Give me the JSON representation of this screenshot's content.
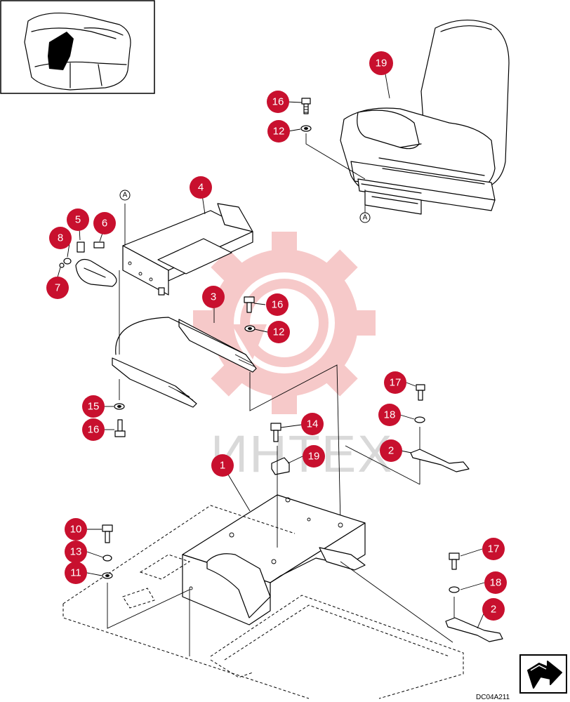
{
  "watermark": {
    "text": "ИНТЕХ",
    "logo_color": "#f6c4c4",
    "text_color": "#d9d9d9"
  },
  "callout_color": "#c8102e",
  "callouts": [
    "19",
    "16",
    "12",
    "4",
    "5",
    "6",
    "8",
    "7",
    "3",
    "16",
    "12",
    "17",
    "18",
    "2",
    "15",
    "16",
    "14",
    "19",
    "1",
    "10",
    "13",
    "11",
    "17",
    "18",
    "2"
  ],
  "reference_markers": [
    "A",
    "A"
  ],
  "drawing_code": "DC04A211",
  "icons": {
    "thumbnail": "cab-location-thumbnail",
    "navigation": "next-page-arrow-icon"
  }
}
